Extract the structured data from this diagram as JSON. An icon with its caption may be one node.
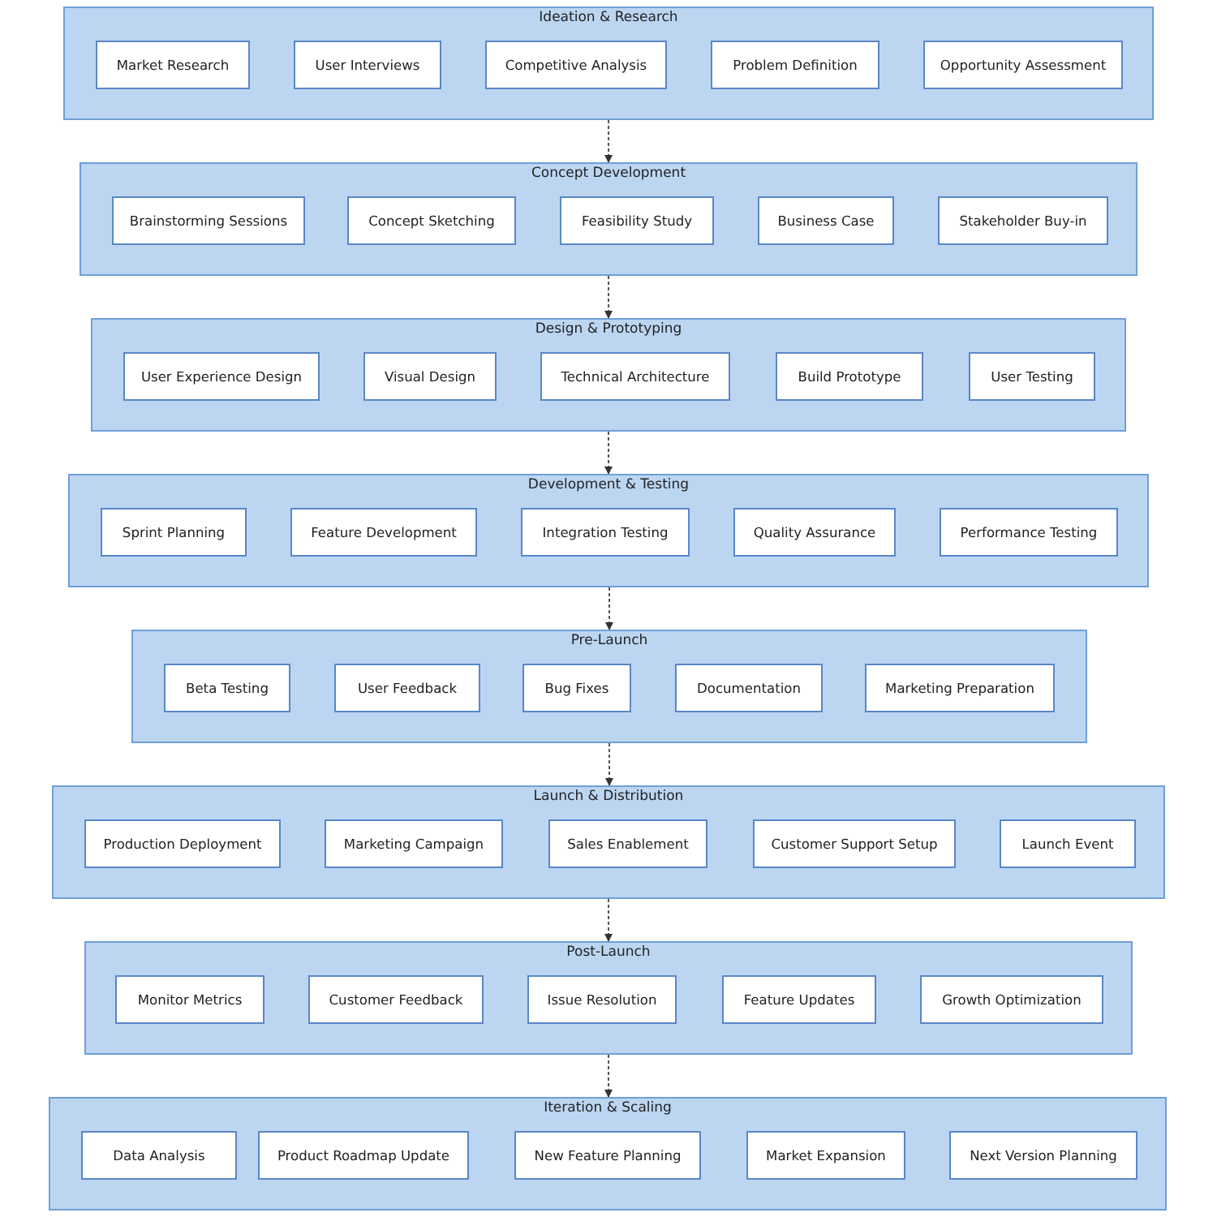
{
  "diagram": {
    "nodes": [
      {
        "text": [
          "Ideation & Research"
        ]
      },
      {
        "text": [
          "Market Research"
        ],
        "in": 0
      },
      {
        "text": [
          "User Interviews"
        ],
        "in": 0
      },
      {
        "text": [
          "Competitive Analysis"
        ],
        "in": 0
      },
      {
        "text": [
          "Problem Definition"
        ],
        "in": 0
      },
      {
        "text": [
          "Opportunity Assessment"
        ],
        "in": 0
      },
      {
        "text": [
          "Concept Development"
        ]
      },
      {
        "text": [
          "Brainstorming Sessions"
        ],
        "in": 6
      },
      {
        "text": [
          "Concept Sketching"
        ],
        "in": 6
      },
      {
        "text": [
          "Feasibility Study"
        ],
        "in": 6
      },
      {
        "text": [
          "Business Case"
        ],
        "in": 6
      },
      {
        "text": [
          "Stakeholder Buy-in"
        ],
        "in": 6
      },
      {
        "text": [
          "Design & Prototyping"
        ]
      },
      {
        "text": [
          "User Experience Design"
        ],
        "in": 12
      },
      {
        "text": [
          "Visual Design"
        ],
        "in": 12
      },
      {
        "text": [
          "Technical Architecture"
        ],
        "in": 12
      },
      {
        "text": [
          "Build Prototype"
        ],
        "in": 12
      },
      {
        "text": [
          "User Testing"
        ],
        "in": 12
      },
      {
        "text": [
          "Development & Testing"
        ]
      },
      {
        "text": [
          "Sprint Planning"
        ],
        "in": 18
      },
      {
        "text": [
          "Feature Development"
        ],
        "in": 18
      },
      {
        "text": [
          "Integration Testing"
        ],
        "in": 18
      },
      {
        "text": [
          "Quality Assurance"
        ],
        "in": 18
      },
      {
        "text": [
          "Performance Testing"
        ],
        "in": 18
      },
      {
        "text": [
          "Pre-Launch"
        ]
      },
      {
        "text": [
          "Beta Testing"
        ],
        "in": 24
      },
      {
        "text": [
          "User Feedback"
        ],
        "in": 24
      },
      {
        "text": [
          "Bug Fixes"
        ],
        "in": 24
      },
      {
        "text": [
          "Documentation"
        ],
        "in": 24
      },
      {
        "text": [
          "Marketing Preparation"
        ],
        "in": 24
      },
      {
        "text": [
          "Launch & Distribution"
        ]
      },
      {
        "text": [
          "Production Deployment"
        ],
        "in": 30
      },
      {
        "text": [
          "Marketing Campaign"
        ],
        "in": 30
      },
      {
        "text": [
          "Sales Enablement"
        ],
        "in": 30
      },
      {
        "text": [
          "Customer Support Setup"
        ],
        "in": 30
      },
      {
        "text": [
          "Launch Event"
        ],
        "in": 30
      },
      {
        "text": [
          "Post-Launch"
        ]
      },
      {
        "text": [
          "Monitor Metrics"
        ],
        "in": 36
      },
      {
        "text": [
          "Customer Feedback"
        ],
        "in": 36
      },
      {
        "text": [
          "Issue Resolution"
        ],
        "in": 36
      },
      {
        "text": [
          "Feature Updates"
        ],
        "in": 36
      },
      {
        "text": [
          "Growth Optimization"
        ],
        "in": 36
      },
      {
        "text": [
          "Iteration & Scaling"
        ]
      },
      {
        "text": [
          "Data Analysis"
        ],
        "in": 42
      },
      {
        "text": [
          "Product Roadmap Update"
        ],
        "in": 42
      },
      {
        "text": [
          "New Feature Planning"
        ],
        "in": 42
      },
      {
        "text": [
          "Market Expansion"
        ],
        "in": 42
      },
      {
        "text": [
          "Next Version Planning"
        ],
        "in": 42
      }
    ],
    "edges": [
      {
        "from": 0,
        "to": 6,
        "arrow": "to",
        "style": "dashed"
      },
      {
        "from": 6,
        "to": 12,
        "arrow": "to",
        "style": "dashed"
      },
      {
        "from": 12,
        "to": 18,
        "arrow": "to",
        "style": "dashed"
      },
      {
        "from": 18,
        "to": 24,
        "arrow": "to",
        "style": "dashed"
      },
      {
        "from": 24,
        "to": 30,
        "arrow": "to",
        "style": "dashed"
      },
      {
        "from": 30,
        "to": 36,
        "arrow": "to",
        "style": "dashed"
      },
      {
        "from": 36,
        "to": 42,
        "arrow": "to",
        "style": "dashed"
      }
    ]
  }
}
